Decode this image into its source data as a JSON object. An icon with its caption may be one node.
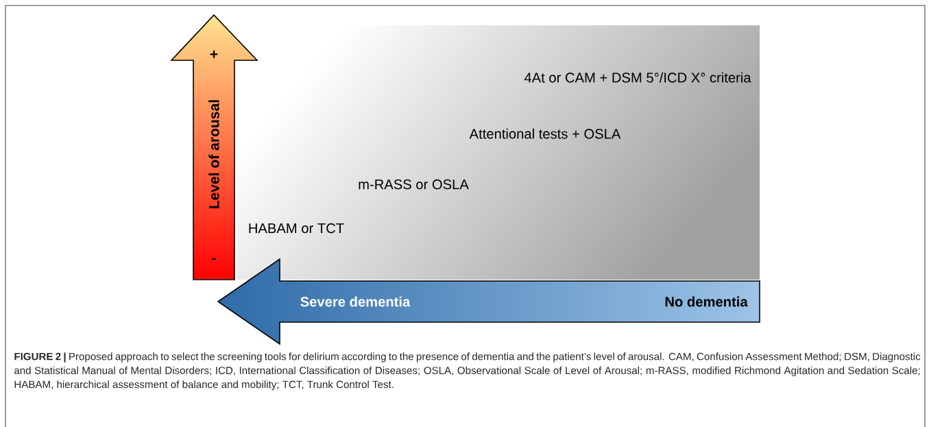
{
  "diagram": {
    "caption": "**FIGURE 2 |** Proposed approach to select the screening tools for delirium according to the presence of dementia and the patient’s level of arousal. CAM, Confusion Assessment Method; DSM, Diagnostic and Statistical Manual of Mental Disorders; ICD, International Classification of Diseases; OSLA, Observational Scale of Level of Arousal; m-RASS, modified Richmond Agitation and Sedation Scale; HABAM, hierarchical assessment of balance and mobility; TCT, Trunk Control Test.",
    "nodes": [
      {
        "text": [
          "+",
          "Level of arousal",
          "-"
        ]
      },
      {
        "text": [
          "4At or CAM + DSM 5°/ICD X° criteria",
          "Attentional tests + OSLA",
          "m-RASS  or OSLA",
          "HABAM or TCT"
        ]
      },
      {
        "text": [
          "Severe dementia",
          "No dementia"
        ]
      }
    ]
  }
}
